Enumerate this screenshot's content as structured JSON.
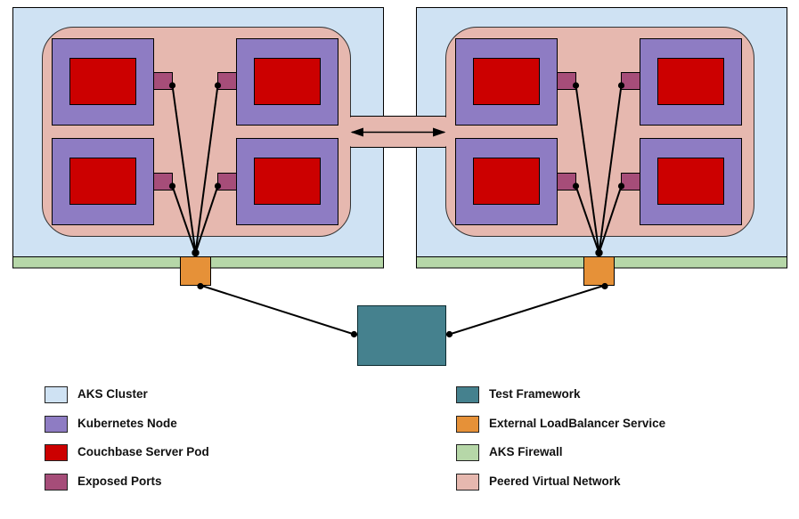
{
  "diagram": {
    "title": "",
    "colors": {
      "aks_cluster": "#cfe2f3",
      "kubernetes_node": "#8e7cc3",
      "couchbase_pod": "#cc0000",
      "exposed_ports": "#a64d79",
      "test_framework": "#45818e",
      "load_balancer": "#e69138",
      "firewall": "#b6d7a8",
      "peered_vnet": "#e6b8af",
      "stroke": "#000000"
    },
    "clusters": [
      {
        "name": "left-aks-cluster",
        "nodes": 4,
        "pods_per_node": 1
      },
      {
        "name": "right-aks-cluster",
        "nodes": 4,
        "pods_per_node": 1
      }
    ],
    "peering_link": {
      "type": "bidirectional-arrow"
    }
  },
  "legend": {
    "items": [
      {
        "label": "AKS Cluster",
        "color": "#cfe2f3"
      },
      {
        "label": "Kubernetes Node",
        "color": "#8e7cc3"
      },
      {
        "label": "Couchbase Server Pod",
        "color": "#cc0000"
      },
      {
        "label": "Exposed Ports",
        "color": "#a64d79"
      },
      {
        "label": "Test Framework",
        "color": "#45818e"
      },
      {
        "label": "External LoadBalancer Service",
        "color": "#e69138"
      },
      {
        "label": "AKS Firewall",
        "color": "#b6d7a8"
      },
      {
        "label": "Peered Virtual Network",
        "color": "#e6b8af"
      }
    ]
  }
}
